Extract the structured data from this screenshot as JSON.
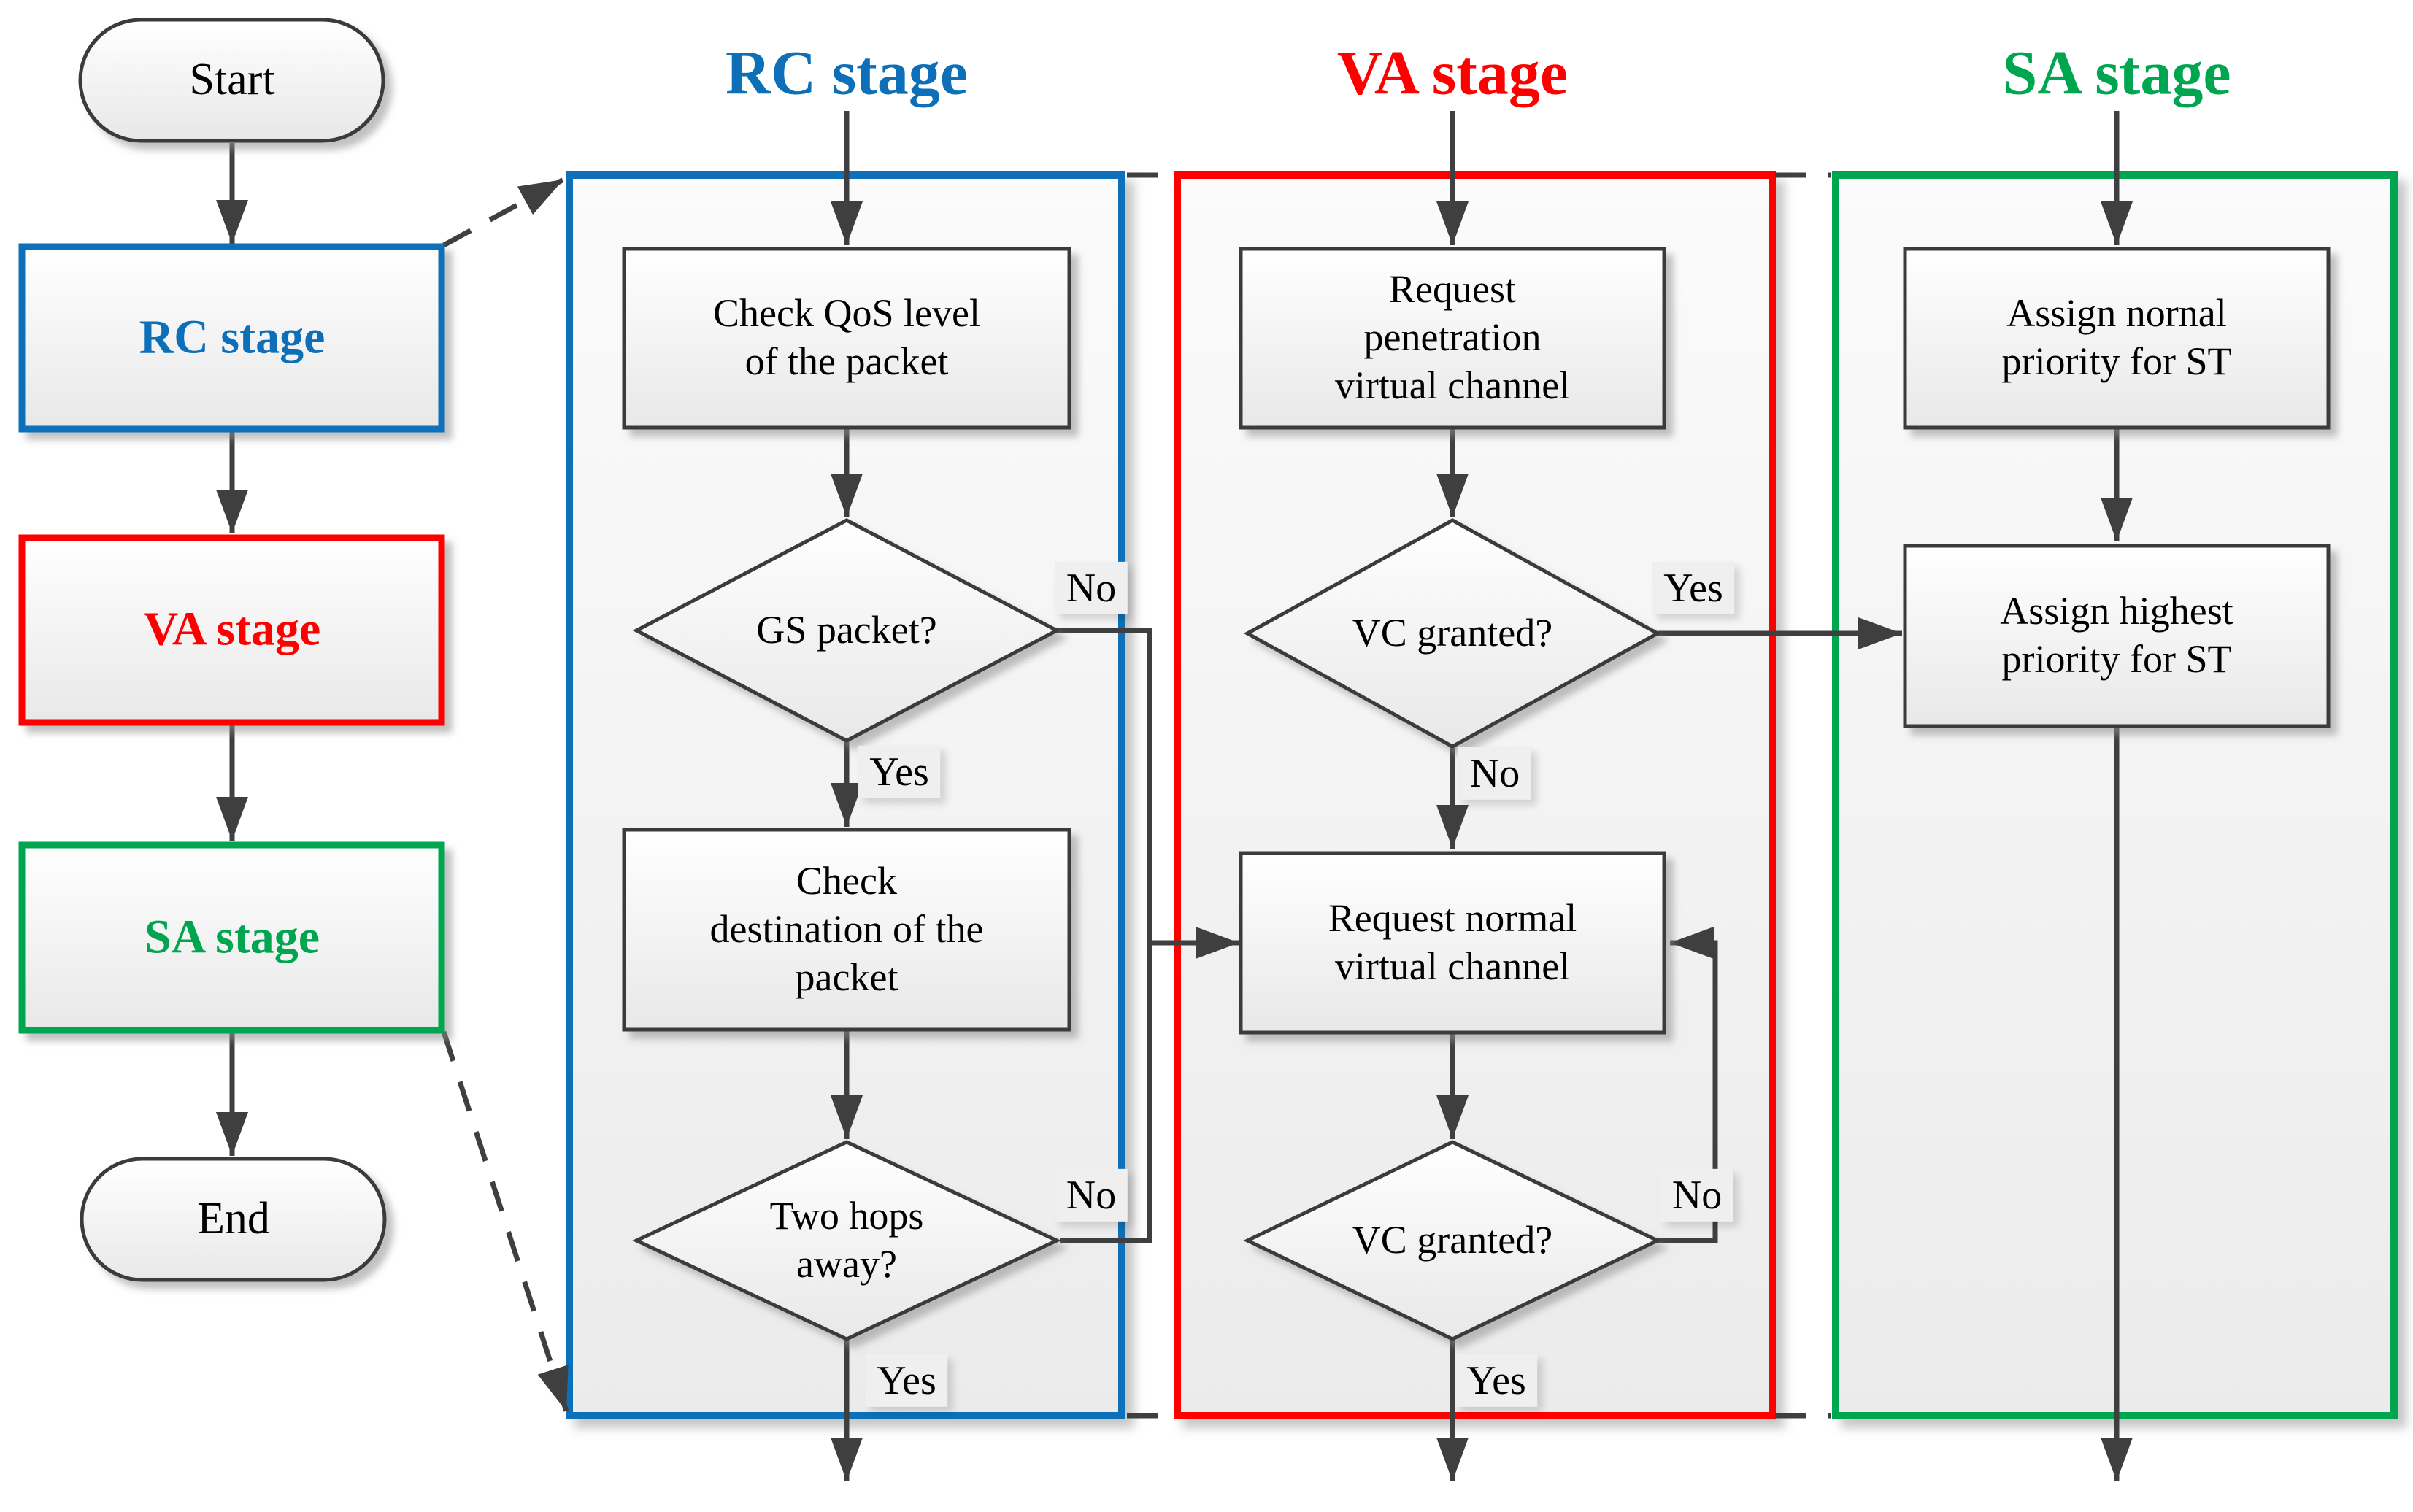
{
  "colors": {
    "rc_blue": "#0d6fb8",
    "va_red": "#ff0000",
    "sa_green": "#00a550",
    "line_gray": "#3f3f3f",
    "node_border": "#3a3a3a",
    "label_bg": "#efefef"
  },
  "overview_flow": {
    "start_label": "Start",
    "rc_label": "RC stage",
    "va_label": "VA stage",
    "sa_label": "SA stage",
    "end_label": "End"
  },
  "rc_column": {
    "title": "RC stage",
    "check_qos": "Check QoS level\nof the packet",
    "gs_packet": "GS packet?",
    "gs_no": "No",
    "gs_yes": "Yes",
    "check_destination": "Check\ndestination of the\npacket",
    "two_hops": "Two hops\naway?",
    "two_hops_no": "No",
    "two_hops_yes": "Yes"
  },
  "va_column": {
    "title": "VA stage",
    "request_penetration": "Request\npenetration\nvirtual channel",
    "vc_granted_1": "VC granted?",
    "vc1_yes": "Yes",
    "vc1_no": "No",
    "request_normal": "Request normal\nvirtual channel",
    "vc_granted_2": "VC granted?",
    "vc2_no": "No",
    "vc2_yes": "Yes"
  },
  "sa_column": {
    "title": "SA stage",
    "assign_normal": "Assign nornal\npriority for ST",
    "assign_highest": "Assign highest\npriority for ST"
  }
}
